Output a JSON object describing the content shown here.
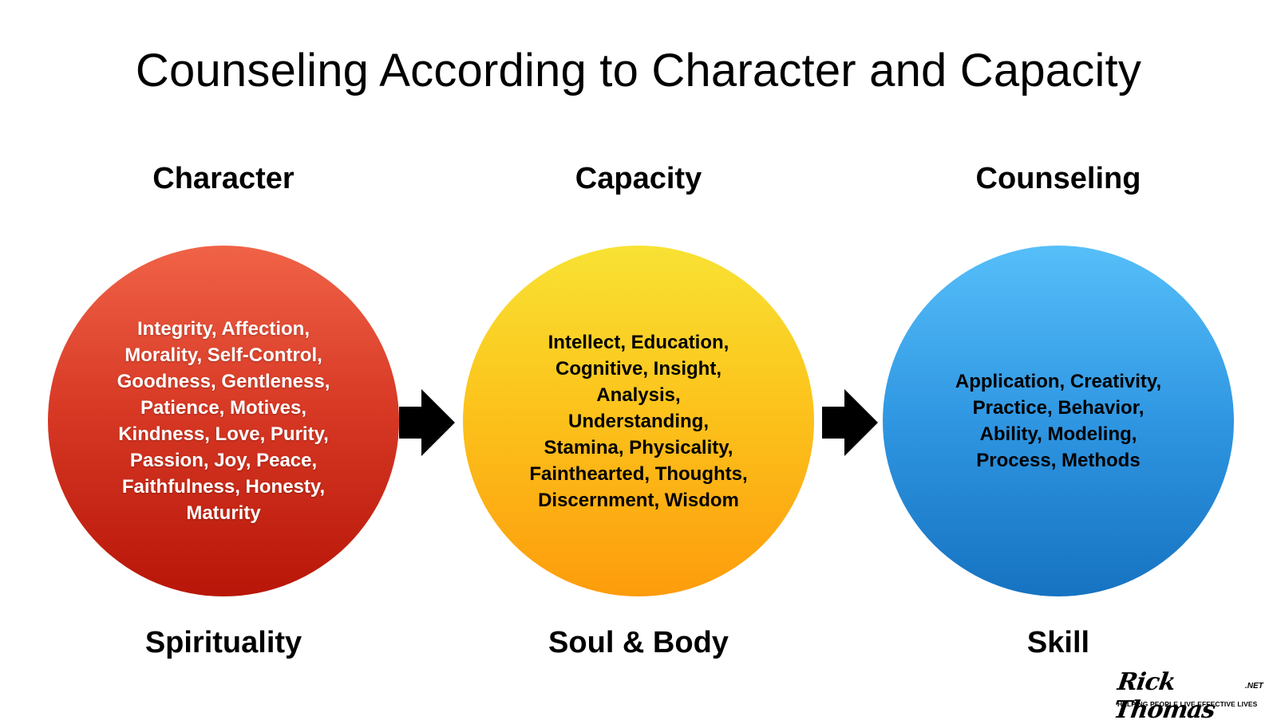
{
  "title": "Counseling According to Character and Capacity",
  "columns": [
    {
      "heading": "Character",
      "text": "Integrity, Affection,\nMorality, Self-Control,\nGoodness, Gentleness,\nPatience, Motives,\nKindness, Love, Purity,\nPassion, Joy, Peace,\nFaithfulness, Honesty,\nMaturity",
      "footer": "Spirituality",
      "color": "#d83a26"
    },
    {
      "heading": "Capacity",
      "text": "Intellect, Education,\nCognitive, Insight,\nAnalysis,\nUnderstanding,\nStamina, Physicality,\nFainthearted, Thoughts,\nDiscernment, Wisdom",
      "footer": "Soul & Body",
      "color": "#fcc41c"
    },
    {
      "heading": "Counseling",
      "text": "Application, Creativity,\nPractice, Behavior,\nAbility, Modeling,\nProcess, Methods",
      "footer": "Skill",
      "color": "#2f96e2"
    }
  ],
  "logo": {
    "name": "Rick Thomas",
    "suffix": ".NET",
    "tagline": "HELPING PEOPLE LIVE EFFECTIVE LIVES"
  }
}
